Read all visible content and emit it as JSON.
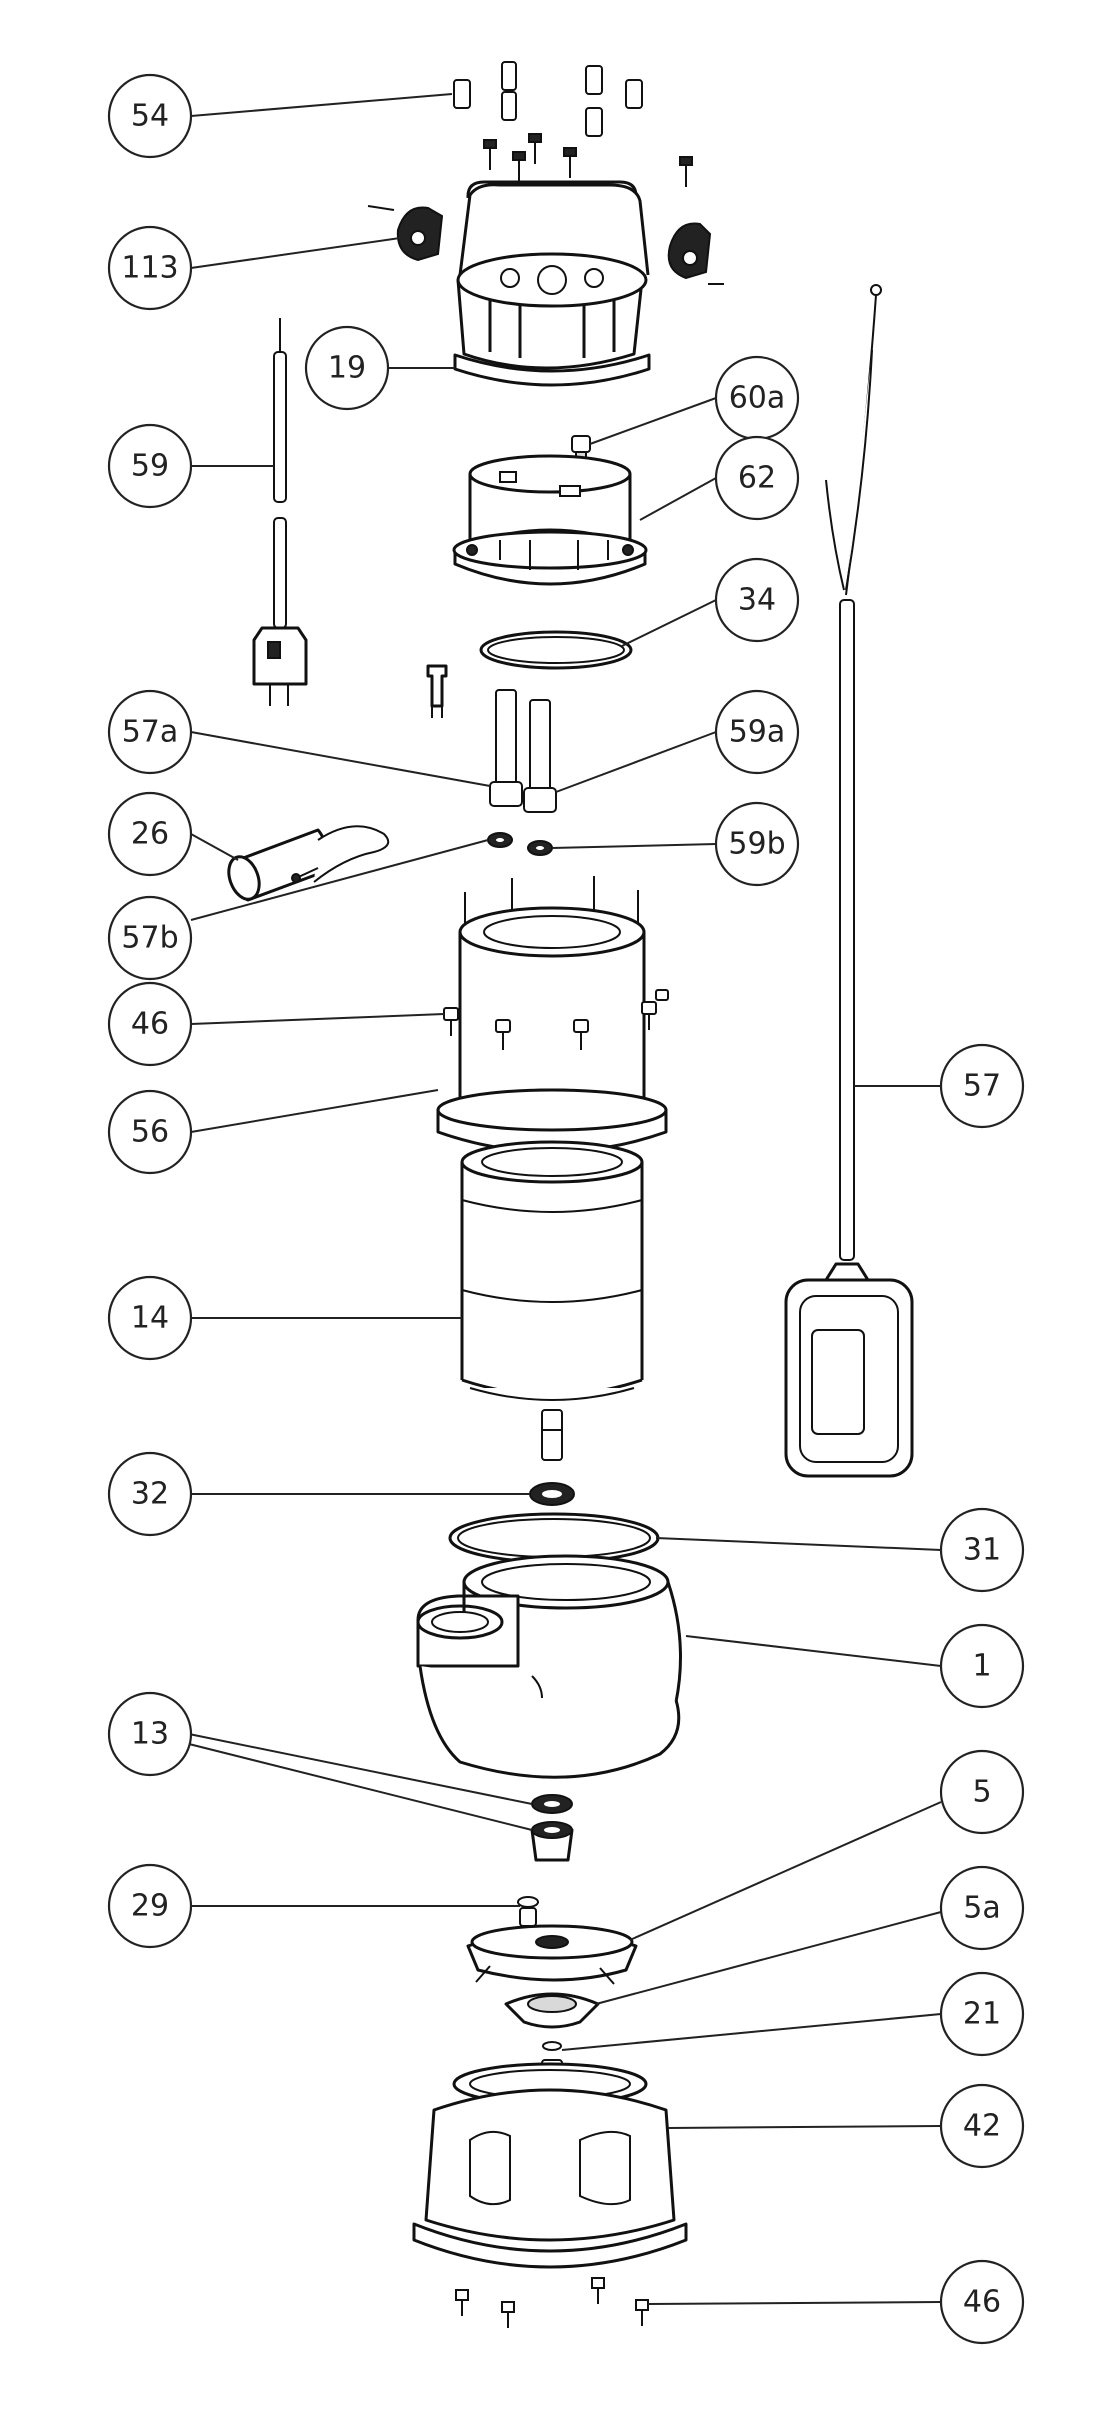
{
  "balloons": [
    {
      "id": "b54",
      "label": "54"
    },
    {
      "id": "b113",
      "label": "113"
    },
    {
      "id": "b19",
      "label": "19"
    },
    {
      "id": "b60a",
      "label": "60a"
    },
    {
      "id": "b59",
      "label": "59"
    },
    {
      "id": "b62",
      "label": "62"
    },
    {
      "id": "b34",
      "label": "34"
    },
    {
      "id": "b57a",
      "label": "57a"
    },
    {
      "id": "b59a",
      "label": "59a"
    },
    {
      "id": "b26",
      "label": "26"
    },
    {
      "id": "b59b",
      "label": "59b"
    },
    {
      "id": "b57b",
      "label": "57b"
    },
    {
      "id": "b46a",
      "label": "46"
    },
    {
      "id": "b57",
      "label": "57"
    },
    {
      "id": "b56",
      "label": "56"
    },
    {
      "id": "b14",
      "label": "14"
    },
    {
      "id": "b32",
      "label": "32"
    },
    {
      "id": "b31",
      "label": "31"
    },
    {
      "id": "b1",
      "label": "1"
    },
    {
      "id": "b13",
      "label": "13"
    },
    {
      "id": "b5",
      "label": "5"
    },
    {
      "id": "b29",
      "label": "29"
    },
    {
      "id": "b5a",
      "label": "5a"
    },
    {
      "id": "b21",
      "label": "21"
    },
    {
      "id": "b42",
      "label": "42"
    },
    {
      "id": "b46b",
      "label": "46"
    }
  ]
}
